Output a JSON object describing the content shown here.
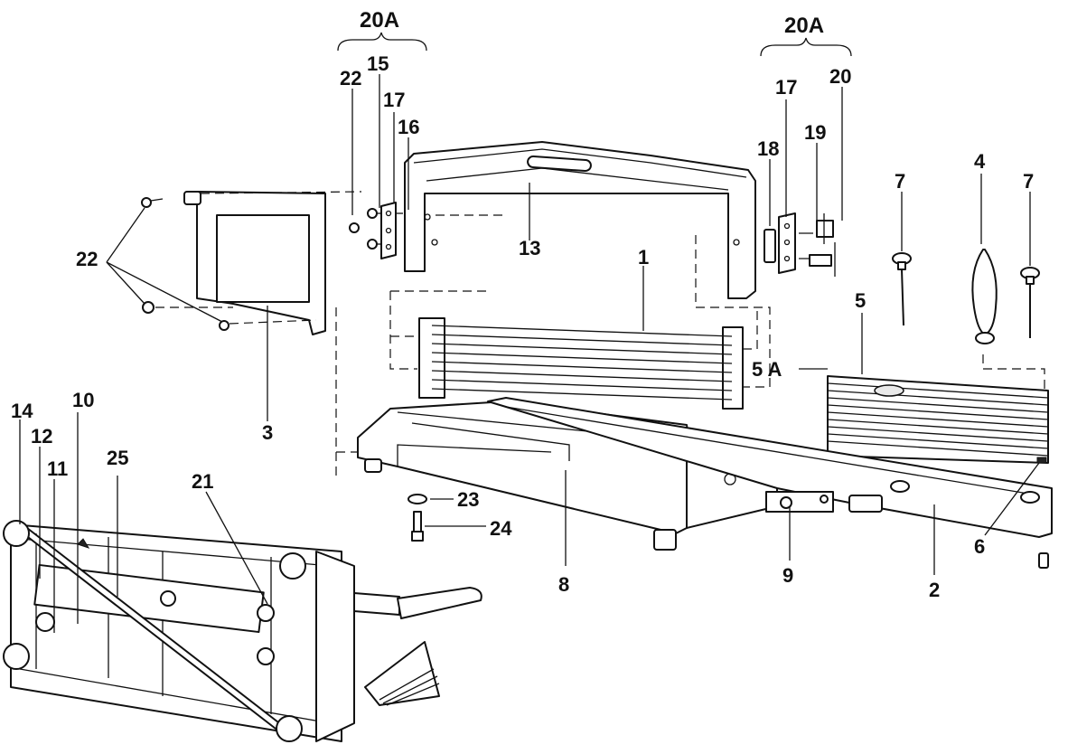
{
  "colors": {
    "ink": "#111111",
    "paper": "#ffffff",
    "shade": "#e9e9e9"
  },
  "callouts": {
    "group_20a_left": "20A",
    "group_20a_right": "20A",
    "p22_top": "22",
    "p15": "15",
    "p17_left": "17",
    "p16": "16",
    "p17_right": "17",
    "p20": "20",
    "p18": "18",
    "p19": "19",
    "p22_left": "22",
    "p13": "13",
    "p1": "1",
    "p7_left": "7",
    "p4": "4",
    "p7_right": "7",
    "p5": "5",
    "p5a": "5 A",
    "p3": "3",
    "p14": "14",
    "p12": "12",
    "p10": "10",
    "p11": "11",
    "p25": "25",
    "p21": "21",
    "p23": "23",
    "p24": "24",
    "p8": "8",
    "p9": "9",
    "p2": "2",
    "p6": "6"
  }
}
